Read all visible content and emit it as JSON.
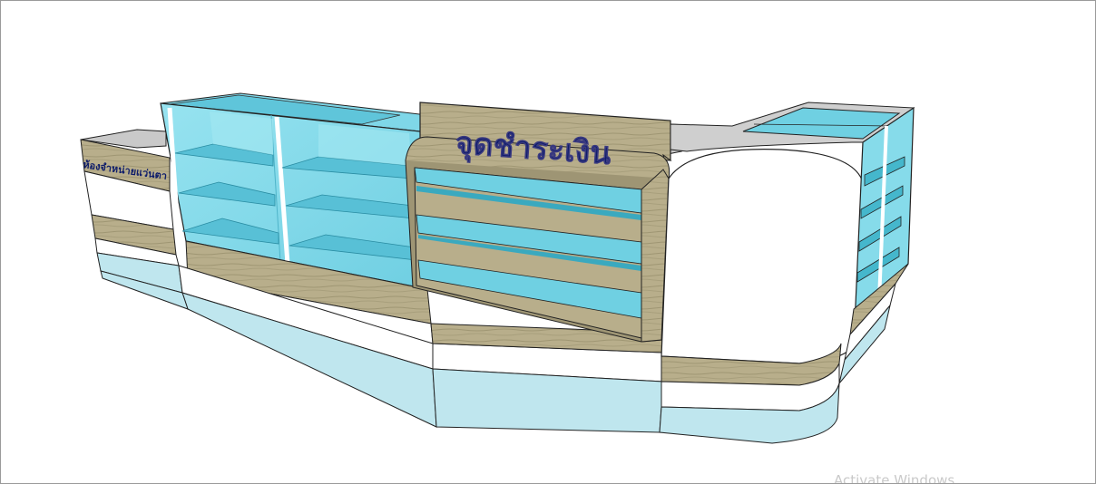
{
  "scene": {
    "sign_main": "จุดชำระเงิน",
    "sign_side": "ห้องจำหน่ายแว่นตา",
    "colors": {
      "wood": "#b7ad8a",
      "wood_dark": "#8f8563",
      "glass": "#86dbea",
      "glass_dark": "#45b7cc",
      "white": "#ffffff",
      "base": "#bfe6ee",
      "sign_text": "#0d1c6a"
    }
  },
  "watermark": "Activate Windows"
}
